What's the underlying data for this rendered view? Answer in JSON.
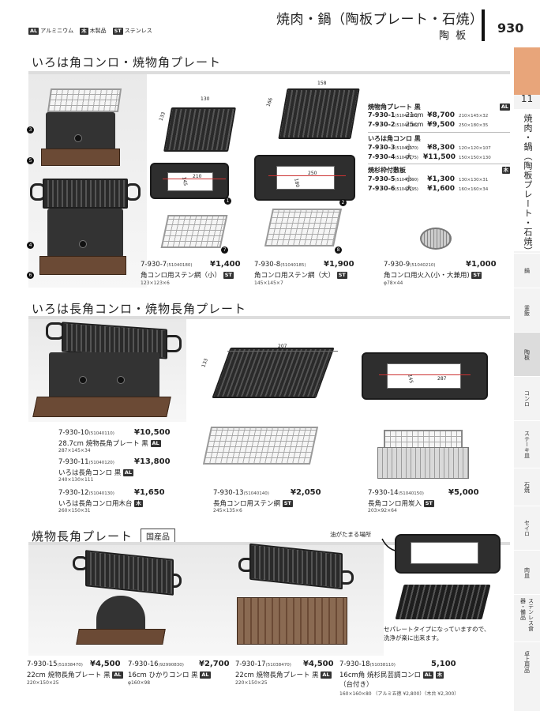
{
  "header": {
    "title": "焼肉・鍋（陶板プレート・石焼）",
    "subtitle": "陶 板",
    "page_number": "930",
    "legend": [
      {
        "badge": "AL",
        "label": "アルミニウム"
      },
      {
        "badge": "木",
        "label": "木製品"
      },
      {
        "badge": "ST",
        "label": "ステンレス"
      }
    ]
  },
  "sidebar": {
    "chapter_number": "11",
    "chapter_title": "焼肉・鍋（陶板プレート・石焼）",
    "items": [
      "鍋",
      "釜飯",
      "陶板",
      "コンロ",
      "ステーキ皿",
      "石焼",
      "セイロ",
      "肉皿",
      "ステンレス食器・備品",
      "卓上用品"
    ]
  },
  "section1": {
    "title": "いろは角コンロ・焼物角プレート",
    "table": {
      "groups": [
        {
          "name": "焼物角プレート 黒",
          "badge": "AL",
          "rows": [
            {
              "code": "7-930-1",
              "sub": "(51040160)",
              "size": "21cm",
              "price": "¥8,700",
              "dim": "210×145×32"
            },
            {
              "code": "7-930-2",
              "sub": "(51040165)",
              "size": "25cm",
              "price": "¥9,500",
              "dim": "250×180×35"
            }
          ]
        },
        {
          "name": "いろは角コンロ 黒",
          "badge": "",
          "rows": [
            {
              "code": "7-930-3",
              "sub": "(51040170)",
              "size": "小",
              "price": "¥8,300",
              "dim": "120×120×107"
            },
            {
              "code": "7-930-4",
              "sub": "(51040175)",
              "size": "大",
              "price": "¥11,500",
              "dim": "150×150×130"
            }
          ]
        },
        {
          "name": "焼杉枠付敷板",
          "badge": "木",
          "rows": [
            {
              "code": "7-930-5",
              "sub": "(51040190)",
              "size": "小",
              "price": "¥1,300",
              "dim": "130×130×31"
            },
            {
              "code": "7-930-6",
              "sub": "(51040195)",
              "size": "大",
              "price": "¥1,600",
              "dim": "160×160×34"
            }
          ]
        }
      ]
    },
    "products": [
      {
        "code": "7-930-7",
        "sub": "(51040180)",
        "price": "¥1,400",
        "name": "角コンロ用ステン網（小）",
        "badge": "ST",
        "dim": "123×123×6"
      },
      {
        "code": "7-930-8",
        "sub": "(51040185)",
        "price": "¥1,900",
        "name": "角コンロ用ステン網（大）",
        "badge": "ST",
        "dim": "145×145×7"
      },
      {
        "code": "7-930-9",
        "sub": "(51040210)",
        "price": "¥1,000",
        "name": "角コンロ用火入(小・大兼用)",
        "badge": "ST",
        "dim": "φ78×44"
      }
    ],
    "dims": {
      "p1w": "130",
      "p1h": "133",
      "p2w": "158",
      "p2h": "166",
      "t1w": "210",
      "t1h": "145",
      "t2w": "250",
      "t2h": "180"
    },
    "markers": [
      "3",
      "5",
      "4",
      "6",
      "1",
      "2",
      "7",
      "8"
    ]
  },
  "section2": {
    "title": "いろは長角コンロ・焼物長角プレート",
    "products": [
      {
        "code": "7-930-10",
        "sub": "(51040110)",
        "price": "¥10,500",
        "name": "28.7cm 焼物長角プレート 黒",
        "badge": "AL",
        "dim": "287×145×34"
      },
      {
        "code": "7-930-11",
        "sub": "(51040120)",
        "price": "¥13,800",
        "name": "いろは長角コンロ 黒",
        "badge": "AL",
        "dim": "240×130×111"
      },
      {
        "code": "7-930-12",
        "sub": "(51040130)",
        "price": "¥1,650",
        "name": "いろは長角コンロ用木台",
        "badge": "木",
        "dim": "260×150×31"
      },
      {
        "code": "7-930-13",
        "sub": "(51040140)",
        "price": "¥2,050",
        "name": "長角コンロ用ステン網",
        "badge": "ST",
        "dim": "245×135×6"
      },
      {
        "code": "7-930-14",
        "sub": "(51040150)",
        "price": "¥5,000",
        "name": "長角コンロ用炭入",
        "badge": "ST",
        "dim": "203×92×64"
      }
    ],
    "dims": {
      "nw": "207",
      "nh": "133",
      "tw": "287",
      "th": "145"
    }
  },
  "section3": {
    "title": "焼物長角プレート",
    "tag": "国産品",
    "callout": "油がたまる場所",
    "note_line1": "セパレートタイプになっていますので、",
    "note_line2": "洗浄が楽に出来ます。",
    "products": [
      {
        "code": "7-930-15",
        "sub": "(51038470)",
        "price": "¥4,500",
        "name": "22cm 焼物長角プレート 黒",
        "badge": "AL",
        "dim": "220×150×25"
      },
      {
        "code": "7-930-16",
        "sub": "(92990830)",
        "price": "¥2,700",
        "name": "16cm ひかりコンロ 黒",
        "badge": "AL",
        "dim": "φ160×98"
      },
      {
        "code": "7-930-17",
        "sub": "(51038470)",
        "price": "¥4,500",
        "name": "22cm 焼物長角プレート 黒",
        "badge": "AL",
        "dim": "220×150×25"
      },
      {
        "code": "7-930-18",
        "sub": "(51038110)",
        "price": "5,100",
        "name": "16cm角 焼杉民芸調コンロ",
        "badge": "AL",
        "badge2": "木",
        "name2": "（台付き）",
        "dim": "160×160×80",
        "dim_extra": "（アルミ五徳 ¥2,800）（木台 ¥2,300）"
      }
    ]
  }
}
